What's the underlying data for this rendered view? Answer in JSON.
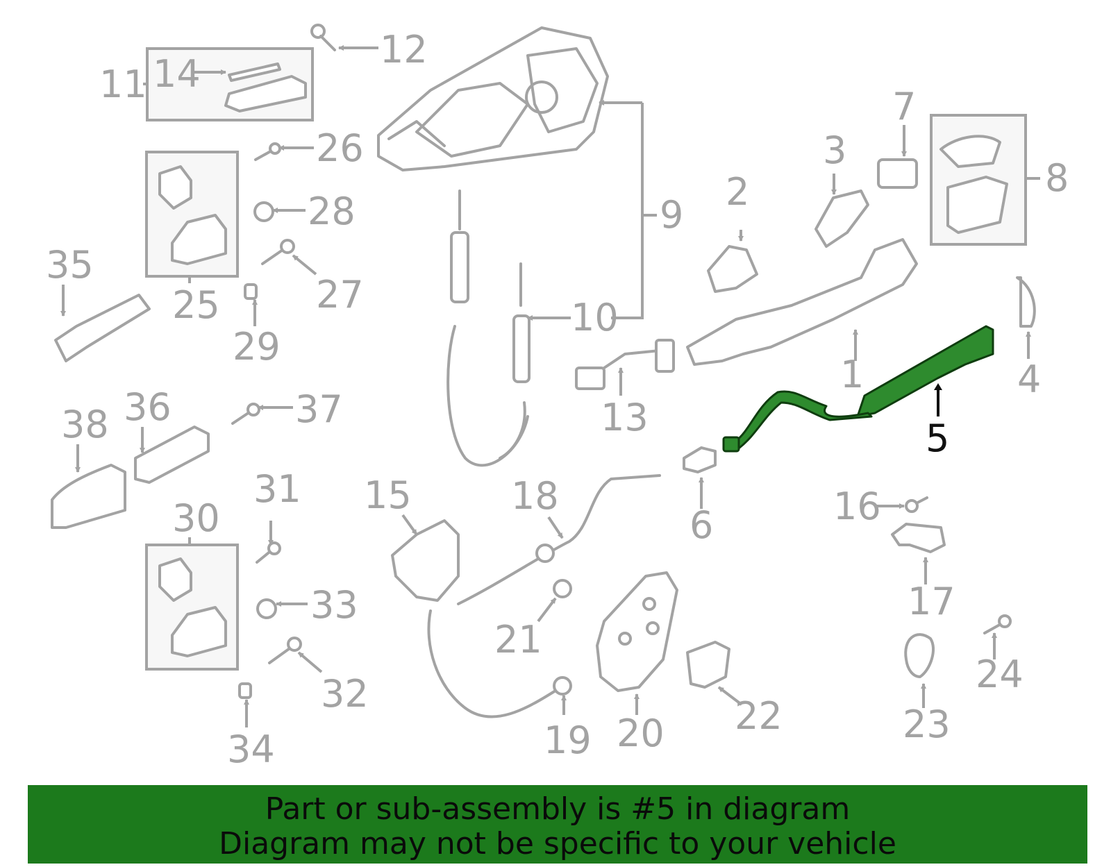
{
  "diagram": {
    "highlight_color": "#2e8b2e",
    "line_color": "#a3a3a3",
    "highlighted_callout": "5",
    "callouts": [
      "1",
      "2",
      "3",
      "4",
      "5",
      "6",
      "7",
      "8",
      "9",
      "10",
      "11",
      "12",
      "13",
      "14",
      "15",
      "16",
      "17",
      "18",
      "19",
      "20",
      "21",
      "22",
      "23",
      "24",
      "25",
      "26",
      "27",
      "28",
      "29",
      "30",
      "31",
      "32",
      "33",
      "34",
      "35",
      "36",
      "37",
      "38"
    ]
  },
  "banner": {
    "background": "#1c7a1c",
    "line1": "Part or sub-assembly is #5 in diagram",
    "line2": "Diagram may not be specific to your vehicle"
  }
}
